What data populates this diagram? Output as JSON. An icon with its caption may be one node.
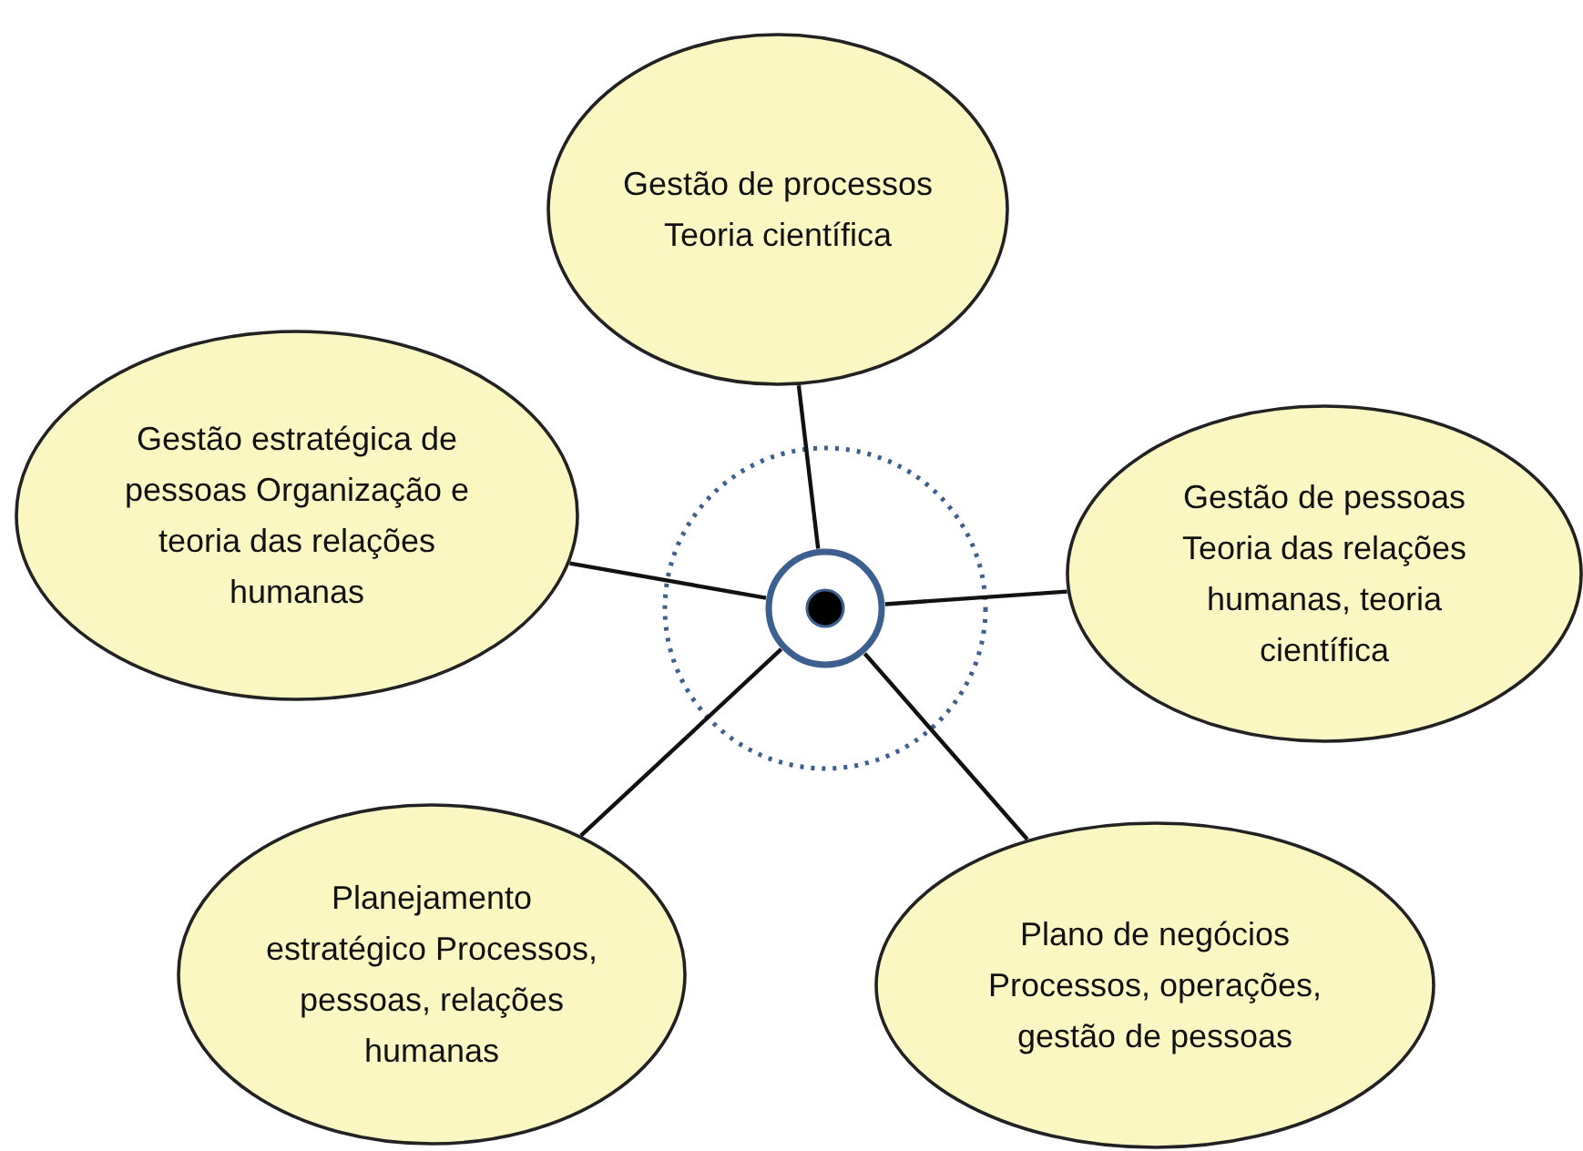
{
  "diagram": {
    "nodes": [
      {
        "text": [
          "Gestão de processos Teoria científica"
        ]
      },
      {
        "text": [
          "Gestão estratégica de pessoas Organização e teoria das relações humanas"
        ]
      },
      {
        "text": [
          "Gestão de pessoas Teoria das relações humanas, teoria científica"
        ]
      },
      {
        "text": [
          "Planejamento estratégico Processos, pessoas, relações humanas"
        ]
      },
      {
        "text": [
          "Plano de negócios Processos, operações, gestão de pessoas"
        ]
      },
      {
        "text": [],
        "shape": "circle"
      }
    ],
    "edges": [
      {
        "from": 5,
        "to": 0,
        "arrow": "none"
      },
      {
        "from": 5,
        "to": 1,
        "arrow": "none"
      },
      {
        "from": 5,
        "to": 2,
        "arrow": "none"
      },
      {
        "from": 5,
        "to": 3,
        "arrow": "none"
      },
      {
        "from": 5,
        "to": 4,
        "arrow": "none"
      }
    ]
  }
}
